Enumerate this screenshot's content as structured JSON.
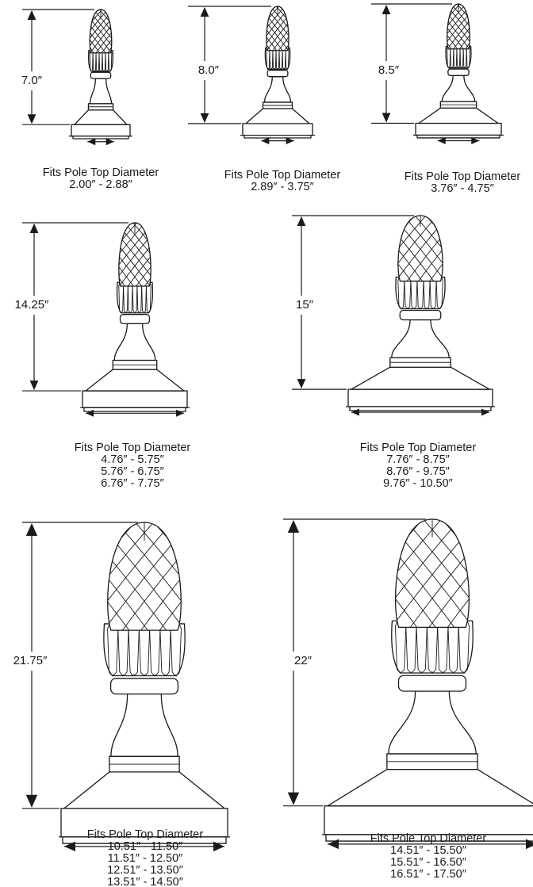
{
  "finials": [
    {
      "height": "7.0″",
      "caption": "Fits Pole Top Diameter",
      "ranges": [
        "2.00″ - 2.88″"
      ]
    },
    {
      "height": "8.0″",
      "caption": "Fits Pole Top Diameter",
      "ranges": [
        "2.89″ - 3.75″"
      ]
    },
    {
      "height": "8.5″",
      "caption": "Fits Pole Top Diameter",
      "ranges": [
        "3.76″ - 4.75″"
      ]
    },
    {
      "height": "14.25″",
      "caption": "Fits Pole Top Diameter",
      "ranges": [
        "4.76″ - 5.75″",
        "5.76″ - 6.75″",
        "6.76″ - 7.75″"
      ]
    },
    {
      "height": "15″",
      "caption": "Fits Pole Top Diameter",
      "ranges": [
        "7.76″ - 8.75″",
        "8.76″ - 9.75″",
        "9.76″ - 10.50″"
      ]
    },
    {
      "height": "21.75″",
      "caption": "Fits Pole Top Diameter",
      "ranges": [
        "10.51″ - 11.50″",
        "11.51″ - 12.50″",
        "12.51″ - 13.50″",
        "13.51″ - 14.50″"
      ]
    },
    {
      "height": "22″",
      "caption": "Fits Pole Top Diameter",
      "ranges": [
        "14.51″ - 15.50″",
        "15.51″ - 16.50″",
        "16.51″ - 17.50″"
      ]
    }
  ]
}
